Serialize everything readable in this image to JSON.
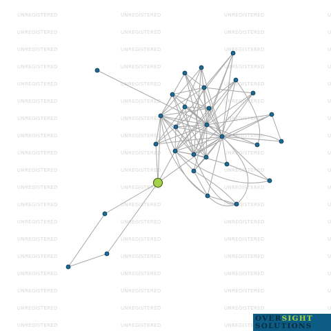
{
  "watermark": {
    "text": "UNREGISTERED"
  },
  "network": {
    "edge_color": "#a6a6a6",
    "node_color": "#1d6a96",
    "focus_node_color": "#a3d24a"
  },
  "logo": {
    "line1_part1": "OVER",
    "line1_part2": "SIGHT",
    "line2": "SOLUTIONS"
  }
}
